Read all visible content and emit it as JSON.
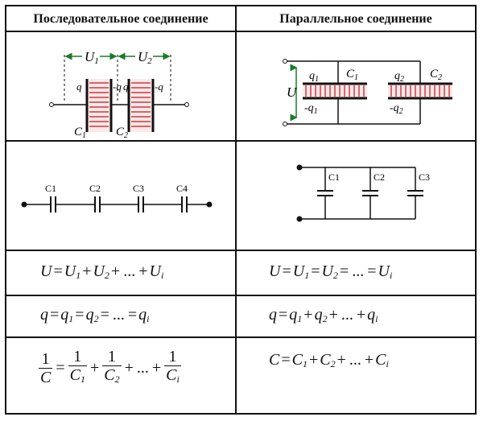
{
  "headers": {
    "series": "Последовательное соединение",
    "parallel": "Параллельное соединение"
  },
  "diagram1": {
    "u1": "U",
    "u1_sub": "1",
    "u2": "U",
    "u2_sub": "2",
    "q_left": "q",
    "neg_q_mid": "-q",
    "q_mid": "q",
    "neg_q_right": "-q",
    "c1": "C",
    "c1_sub": "1",
    "c2": "C",
    "c2_sub": "2"
  },
  "diagram2": {
    "u": "U",
    "q1": "q",
    "q1_sub": "1",
    "neg_q1": "-q",
    "neg_q1_sub": "1",
    "c1": "C",
    "c1_sub": "1",
    "q2": "q",
    "q2_sub": "2",
    "neg_q2": "-q",
    "neg_q2_sub": "2",
    "c2": "C",
    "c2_sub": "2"
  },
  "diagram3": {
    "labels": [
      "C1",
      "C2",
      "C3",
      "C4"
    ]
  },
  "diagram4": {
    "labels": [
      "C1",
      "C2",
      "C3"
    ]
  },
  "formulas": {
    "series_voltage": {
      "lhs": "U",
      "eq": "=",
      "t1": "U",
      "t1s": "1",
      "plus1": "+",
      "t2": "U",
      "t2s": "2",
      "plus2": "+",
      "dots": "...",
      "plus3": "+",
      "t3": "U",
      "t3s": "i"
    },
    "parallel_voltage": {
      "lhs": "U",
      "eq1": "=",
      "t1": "U",
      "t1s": "1",
      "eq2": "=",
      "t2": "U",
      "t2s": "2",
      "eq3": "=",
      "dots": "...",
      "eq4": "=",
      "t3": "U",
      "t3s": "i"
    },
    "series_charge": {
      "lhs": "q",
      "eq1": "=",
      "t1": "q",
      "t1s": "1",
      "eq2": "=",
      "t2": "q",
      "t2s": "2",
      "eq3": "=",
      "dots": "...",
      "eq4": "=",
      "t3": "q",
      "t3s": "i"
    },
    "parallel_charge": {
      "lhs": "q",
      "eq": "=",
      "t1": "q",
      "t1s": "1",
      "plus1": "+",
      "t2": "q",
      "t2s": "2",
      "plus2": "+",
      "dots": "...",
      "plus3": "+",
      "t3": "q",
      "t3s": "i"
    },
    "series_capacitance": {
      "one": "1",
      "lhs": "C",
      "eq": "=",
      "t1": "C",
      "t1s": "1",
      "plus1": "+",
      "t2": "C",
      "t2s": "2",
      "plus2": "+",
      "dots": "...",
      "plus3": "+",
      "t3": "C",
      "t3s": "i"
    },
    "parallel_capacitance": {
      "lhs": "C",
      "eq": "=",
      "t1": "C",
      "t1s": "1",
      "plus1": "+",
      "t2": "C",
      "t2s": "2",
      "plus2": "+",
      "dots": "...",
      "plus3": "+",
      "t3": "C",
      "t3s": "i"
    }
  }
}
